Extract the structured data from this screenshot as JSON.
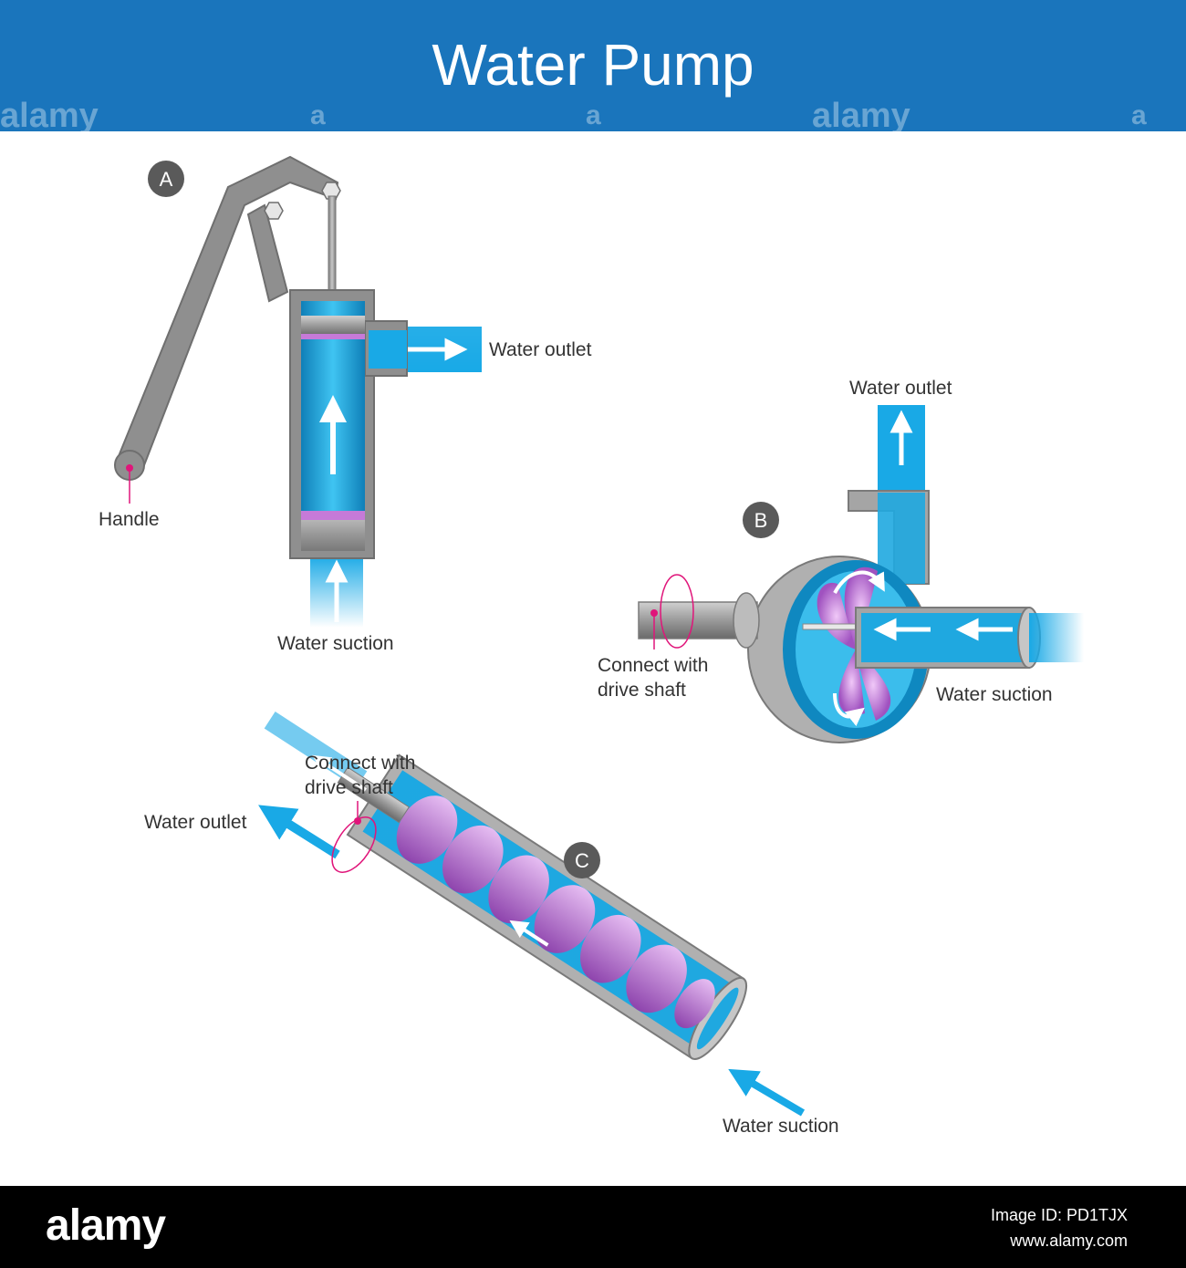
{
  "header": {
    "title": "Water Pump"
  },
  "watermarks": [
    "alamy",
    "a",
    "a",
    "alamy",
    "a"
  ],
  "badges": {
    "a": "A",
    "b": "B",
    "c": "C"
  },
  "labels": {
    "a_outlet": "Water outlet",
    "a_handle": "Handle",
    "a_suction": "Water suction",
    "b_outlet": "Water outlet",
    "b_drive_line1": "Connect with",
    "b_drive_line2": "drive shaft",
    "b_suction": "Water suction",
    "c_drive_line1": "Connect with",
    "c_drive_line2": "drive shaft",
    "c_outlet": "Water outlet",
    "c_suction": "Water suction"
  },
  "footer": {
    "logo": "alamy",
    "image_id": "Image ID: PD1TJX",
    "url": "www.alamy.com"
  },
  "colors": {
    "header": "#1a75bc",
    "water": "#19a9e6",
    "metal": "#909090",
    "impeller": "#b266c8",
    "pointer": "#e0157a",
    "badge": "#5a5a5a"
  }
}
